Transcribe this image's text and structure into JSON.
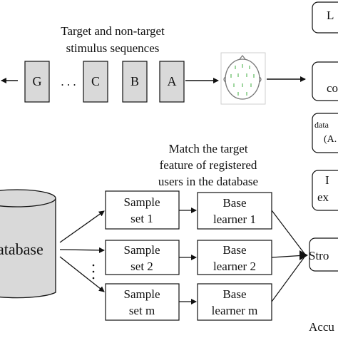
{
  "stimulus": {
    "caption_line1": "Target and non-target",
    "caption_line2": "stimulus sequences",
    "boxes": [
      "G",
      "C",
      "B",
      "A"
    ],
    "ellipsis": ". . ."
  },
  "match": {
    "line1": "Match the target",
    "line2": "feature of registered",
    "line3": "users in the database"
  },
  "database": {
    "label": "atabase"
  },
  "samples": [
    {
      "line1": "Sample",
      "line2": "set 1"
    },
    {
      "line1": "Sample",
      "line2": "set 2"
    },
    {
      "line1": "Sample",
      "line2": "set m"
    }
  ],
  "learners": [
    {
      "line1": "Base",
      "line2": "learner 1"
    },
    {
      "line1": "Base",
      "line2": "learner 2"
    },
    {
      "line1": "Base",
      "line2": "learner m"
    }
  ],
  "vertical_dots": ".\n.\n.",
  "right_column": {
    "box1": "L",
    "box2": "co",
    "box3_line1": "data",
    "box3_line2": "(A.",
    "box4_line1": "I",
    "box4_line2": "ex",
    "strong": "Stro",
    "bottom": "Accu"
  },
  "colors": {
    "line": "#111111",
    "background": "#ffffff",
    "eeg_marks": "#6bbf6b"
  }
}
